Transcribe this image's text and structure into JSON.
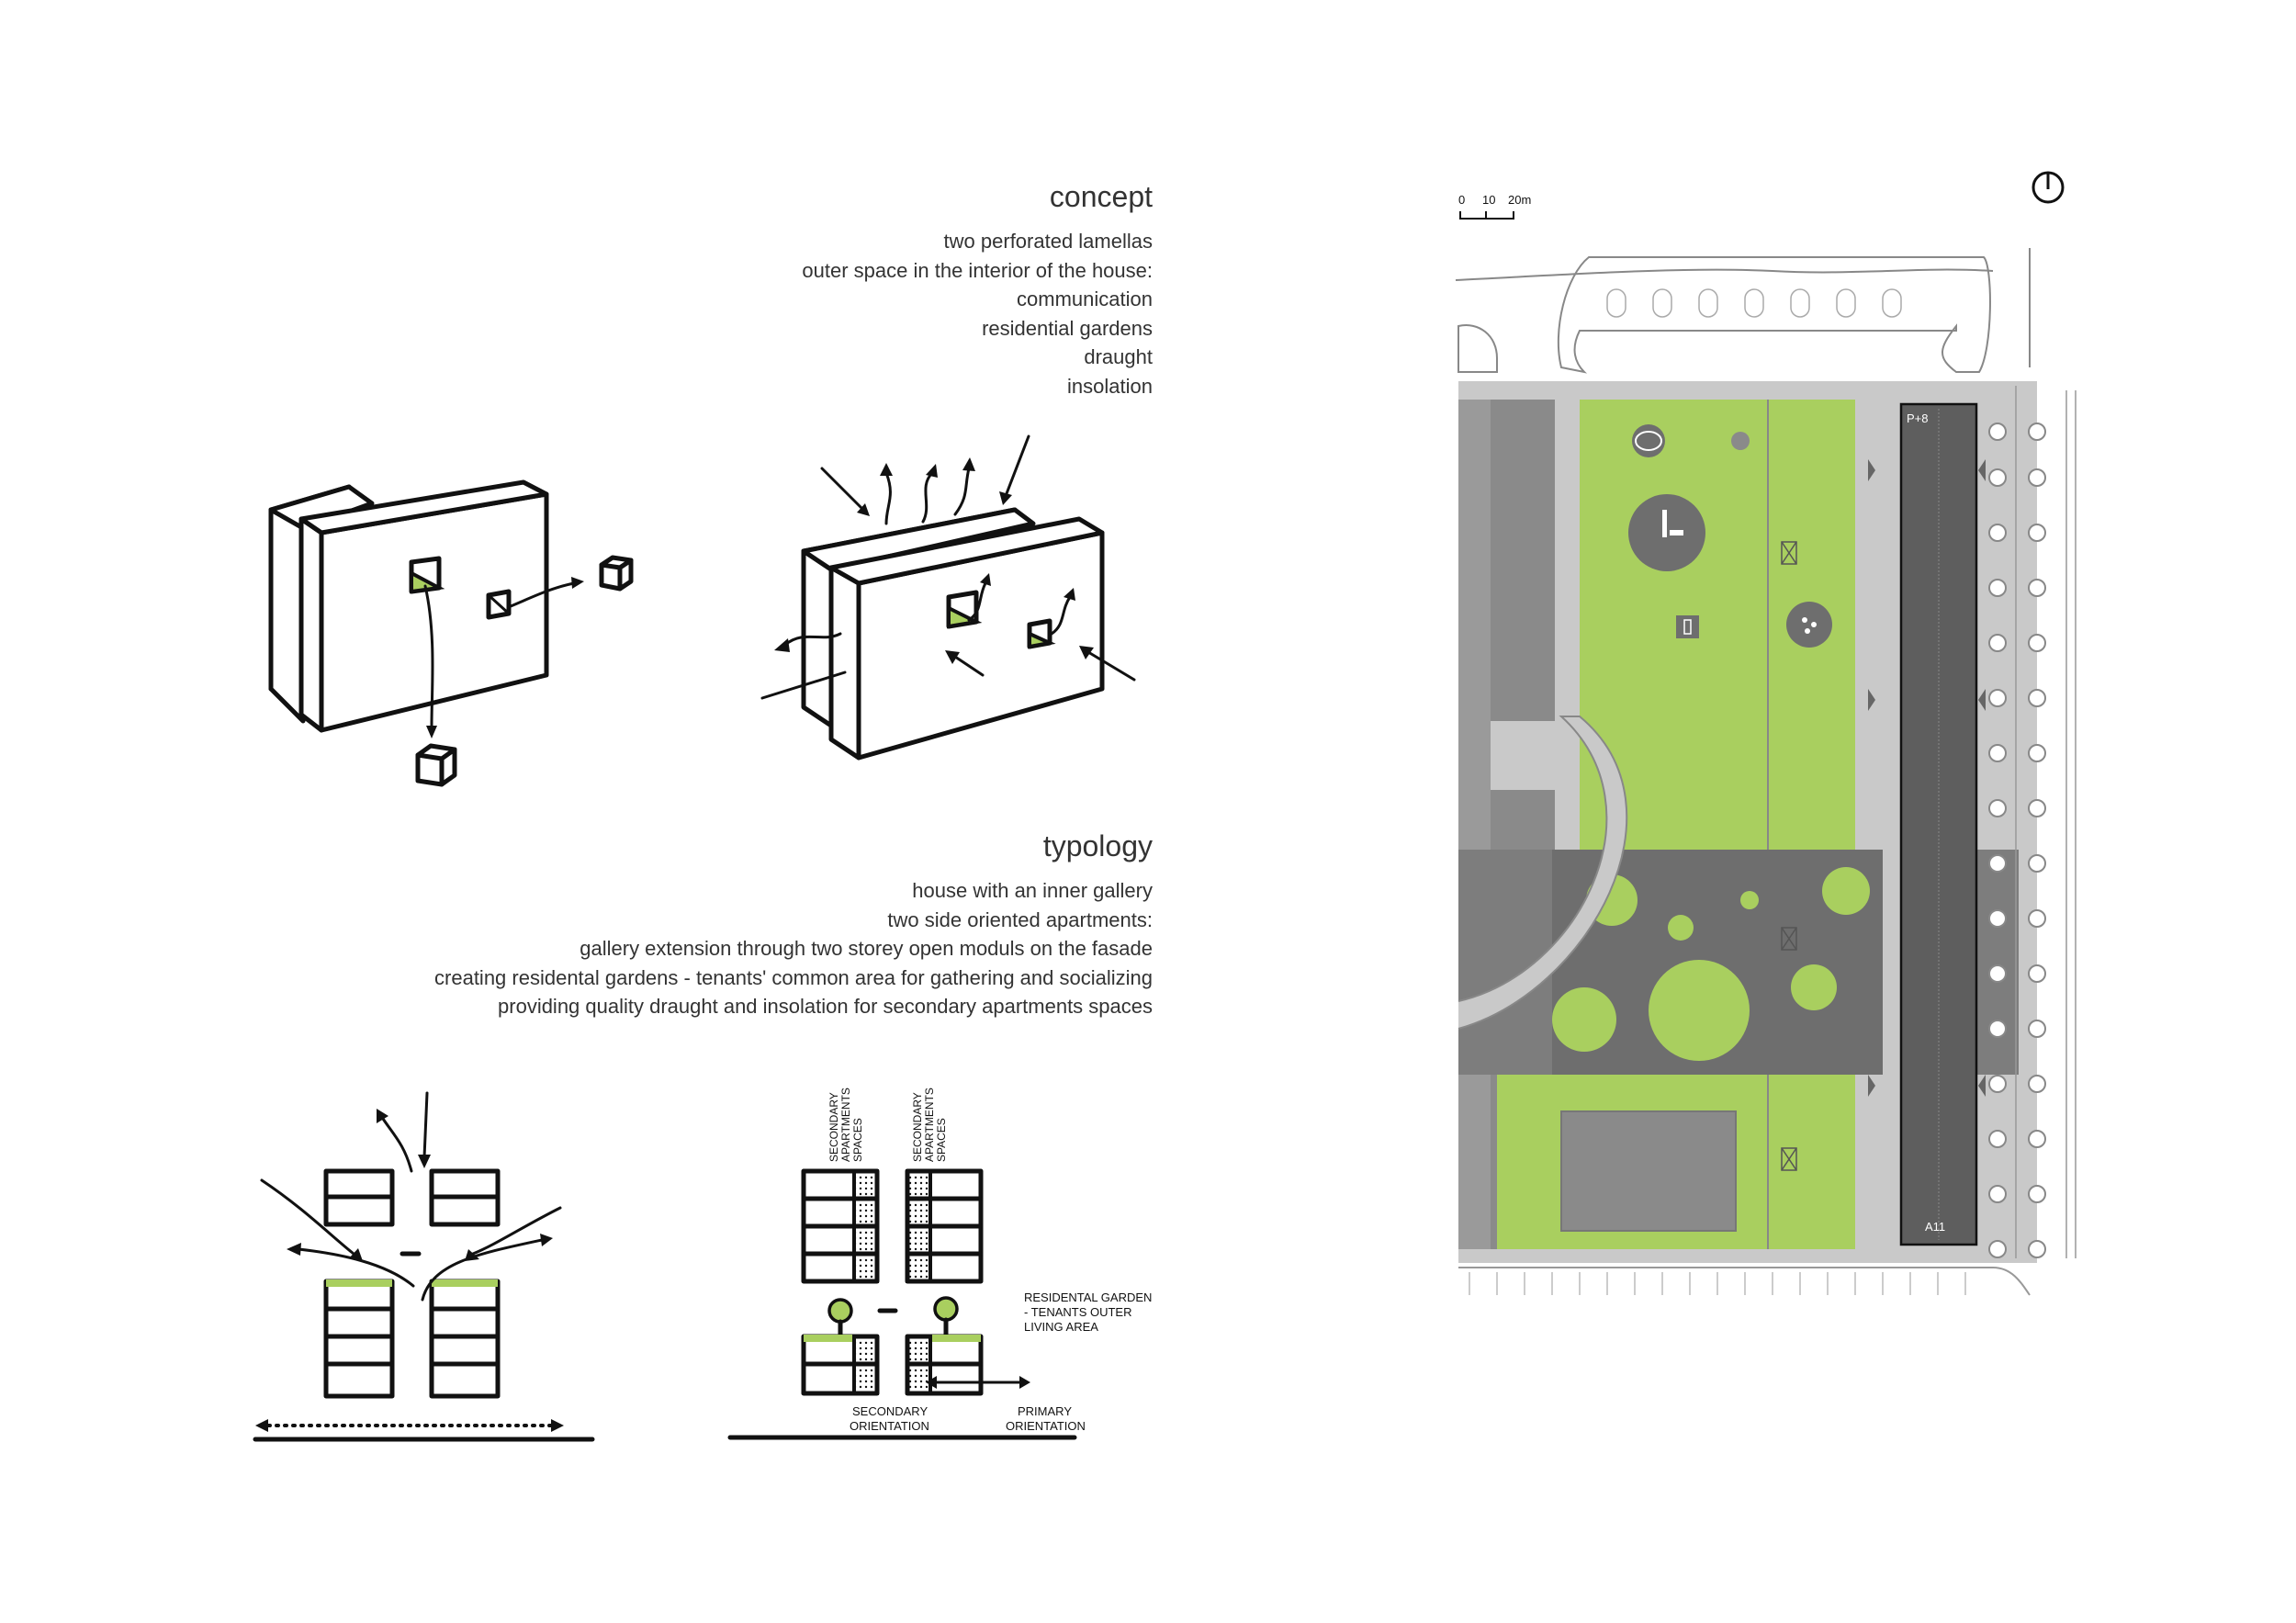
{
  "concept": {
    "heading": "concept",
    "lines": [
      "two perforated lamellas",
      "outer space in the interior of the house:",
      "communication",
      "residential gardens",
      "draught",
      "insolation"
    ]
  },
  "typology": {
    "heading": "typology",
    "lines": [
      "house with an inner gallery",
      "two side oriented apartments:",
      "gallery extension through two storey open moduls on the fasade",
      "creating residental gardens - tenants' common area for gathering and socializing",
      "providing quality draught and insolation for secondary apartments spaces"
    ]
  },
  "section_diagram": {
    "label_secondary_spaces_1": [
      "SECONDARY",
      "APARTMENTS",
      "SPACES"
    ],
    "label_secondary_spaces_2": [
      "SECONDARY",
      "APARTMENTS",
      "SPACES"
    ],
    "label_garden": [
      "RESIDENTAL GARDEN",
      "- TENANTS OUTER",
      "LIVING AREA"
    ],
    "label_secondary_orientation": [
      "SECONDARY",
      "ORIENTATION"
    ],
    "label_primary_orientation": [
      "PRIMARY",
      "ORIENTATION"
    ]
  },
  "site_plan": {
    "scale_labels": [
      "0",
      "10",
      "20m"
    ],
    "building_top_label": "P+8",
    "building_bottom_label": "A11"
  },
  "colors": {
    "green": "#a9cf5f",
    "gray_dark": "#6e6e6e",
    "gray_mid": "#9a9a9a",
    "gray_light": "#c9c9c9"
  }
}
